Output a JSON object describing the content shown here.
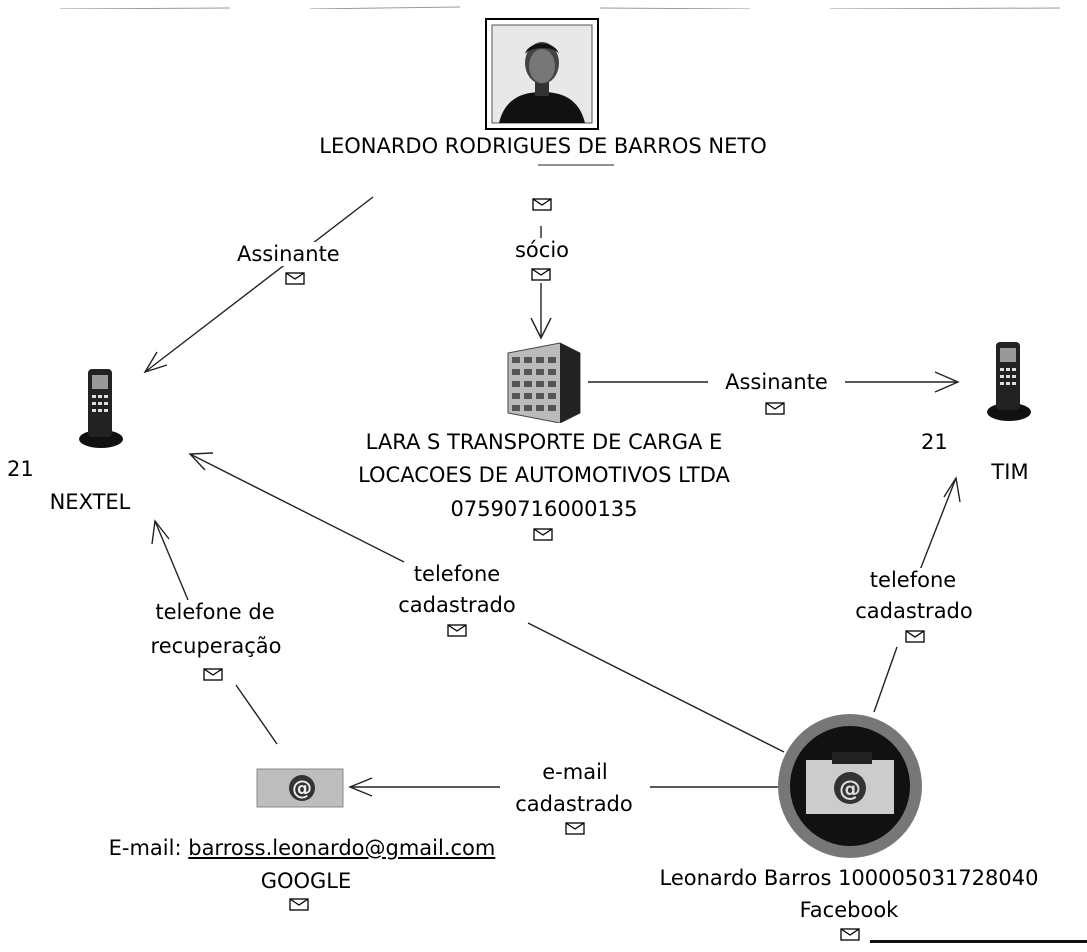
{
  "nodes": {
    "person": {
      "name": "LEONARDO RODRIGUES DE BARROS NETO"
    },
    "company": {
      "line1": "LARA S TRANSPORTE DE CARGA E",
      "line2": "LOCACOES DE AUTOMOTIVOS LTDA",
      "cnpj": "07590716000135"
    },
    "nextel": {
      "ddd": "21",
      "name": "NEXTEL"
    },
    "tim": {
      "ddd": "21",
      "name": "TIM"
    },
    "google": {
      "email_prefix": "E-mail:",
      "email": "barross.leonardo@gmail.com",
      "name": "GOOGLE"
    },
    "facebook": {
      "line1": "Leonardo Barros 100005031728040",
      "line2": "Facebook"
    }
  },
  "edges": {
    "person_nextel": "Assinante",
    "person_company": "sócio",
    "company_tim": "Assinante",
    "facebook_nextel": {
      "line1": "telefone",
      "line2": "cadastrado"
    },
    "facebook_tim": {
      "line1": "telefone",
      "line2": "cadastrado"
    },
    "google_nextel": {
      "line1": "telefone de",
      "line2": "recuperação"
    },
    "facebook_google": {
      "line1": "e-mail",
      "line2": "cadastrado"
    }
  },
  "colors": {
    "line": "#222222",
    "text": "#000000",
    "frame": "#111111"
  },
  "icons": [
    "person-photo-icon",
    "building-icon",
    "phone-icon",
    "email-at-icon",
    "facebook-avatar-icon",
    "envelope-icon"
  ]
}
